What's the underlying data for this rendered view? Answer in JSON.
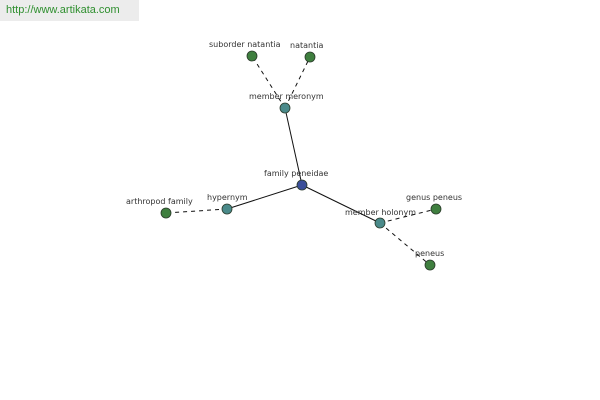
{
  "watermark": "http://www.artikata.com",
  "colors": {
    "center": "#3b4f9a",
    "relation": "#4a8a8a",
    "leaf": "#3f7f3f"
  },
  "graph": {
    "center": {
      "id": "family-peneidae",
      "label": "family peneidae",
      "kind": "center"
    },
    "relations": [
      {
        "id": "member-meronym",
        "label": "member meronym",
        "leaves": [
          {
            "id": "suborder-natantia",
            "label": "suborder natantia"
          },
          {
            "id": "natantia",
            "label": "natantia"
          }
        ]
      },
      {
        "id": "hypernym",
        "label": "hypernym",
        "leaves": [
          {
            "id": "arthropod-family",
            "label": "arthropod family"
          }
        ]
      },
      {
        "id": "member-holonym",
        "label": "member holonym",
        "leaves": [
          {
            "id": "genus-peneus",
            "label": "genus peneus"
          },
          {
            "id": "peneus",
            "label": "peneus"
          }
        ]
      }
    ]
  }
}
